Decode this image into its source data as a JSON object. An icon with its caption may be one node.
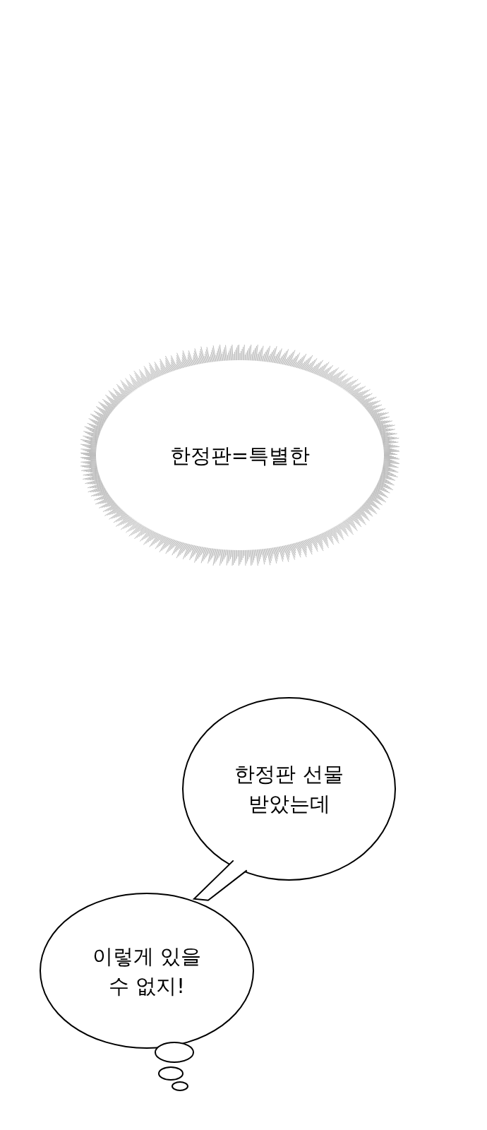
{
  "diagram": {
    "nodes": [
      {
        "text": [
          "한정판=특별한"
        ]
      },
      {
        "text": [
          "한정판 선물 받았는데"
        ]
      },
      {
        "text": [
          "이렇게 있을 수 없지!"
        ]
      }
    ],
    "edges": [
      {
        "from": 1,
        "to": 2,
        "arrow": "none"
      }
    ]
  }
}
